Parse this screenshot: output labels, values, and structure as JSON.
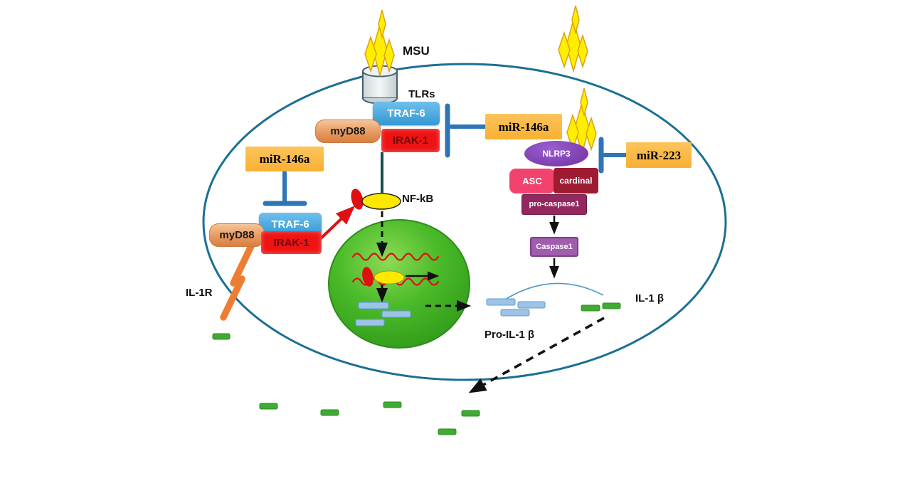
{
  "labels": {
    "msu": "MSU",
    "tlrs": "TLRs",
    "traf6_top": "TRAF-6",
    "myd88_top": "myD88",
    "irak1_top": "IRAK-1",
    "mir146a_right": "miR-146a",
    "mir223": "miR-223",
    "nlrp3": "NLRP3",
    "asc": "ASC",
    "cardinal": "cardinal",
    "pro_caspase1": "pro-caspase1",
    "caspase1": "Caspase1",
    "nfkb": "NF-kB",
    "mir146a_left": "miR-146a",
    "traf6_left": "TRAF-6",
    "myd88_left": "myD88",
    "irak1_left": "IRAK-1",
    "il1r": "IL-1R",
    "pro_il1b": "Pro-IL-1 β",
    "il1b": "IL-1 β"
  },
  "colors": {
    "cell_outline": "#1b6f94",
    "crystal_fill": "#ffee00",
    "crystal_stroke": "#dfa10f",
    "traf6_fill": "#3398d4",
    "myd88_fill": "#e8995f",
    "irak1_fill": "#ee1414",
    "mir_fill": "#f9b032",
    "inhibit_blue": "#2e75b6",
    "nlrp3_purple": "#7030a0",
    "asc_pink": "#f4426e",
    "cardinal_red": "#9e1b32",
    "pro_caspase_fill": "#93275f",
    "caspase_fill": "#a05cad",
    "nucleus_green": "#3faa21",
    "mrna_blue": "#9dc3e6",
    "il1b_green": "#3faa34",
    "il1r_orange": "#ed7d31",
    "nfkb_yellow": "#ffe800",
    "signal_red": "#e01010"
  }
}
